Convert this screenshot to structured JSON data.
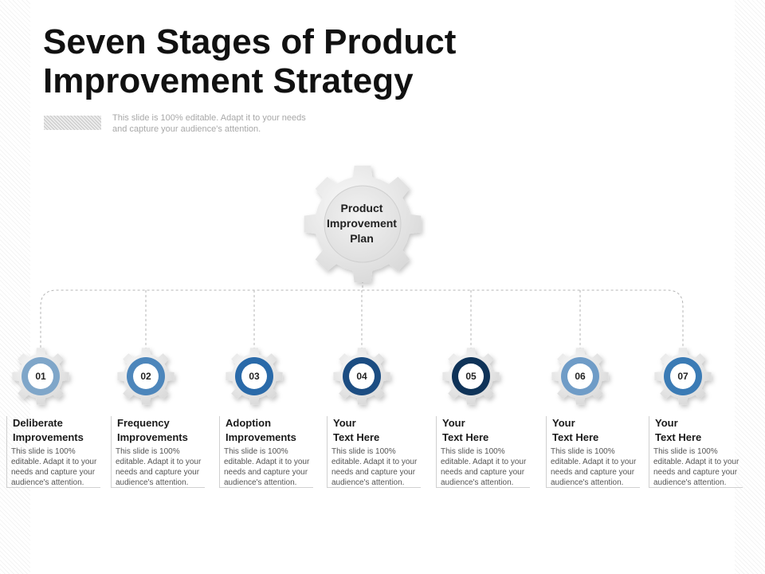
{
  "slide": {
    "title": "Seven Stages of Product Improvement Strategy",
    "subtitle": "This slide is 100% editable. Adapt it to your needs and capture your audience's attention."
  },
  "center": {
    "label": "Product\nImprovement\nPlan",
    "gear_color": "#e2e2e2"
  },
  "stages": [
    {
      "number": "01",
      "title": "Deliberate\nImprovements",
      "description": "This slide is 100% editable.  Adapt it to your needs and capture your audience's attention.",
      "ring_color": "#7fa6c9"
    },
    {
      "number": "02",
      "title": "Frequency\nImprovements",
      "description": "This slide is 100% editable.  Adapt it to your needs and capture your audience's attention.",
      "ring_color": "#4d86bb"
    },
    {
      "number": "03",
      "title": "Adoption\nImprovements",
      "description": "This slide is 100% editable.  Adapt it to your needs and capture your audience's attention.",
      "ring_color": "#2a6aa9"
    },
    {
      "number": "04",
      "title": "Your\nText Here",
      "description": "This slide is 100% editable.  Adapt it to your needs and capture your audience's attention.",
      "ring_color": "#1c4d82"
    },
    {
      "number": "05",
      "title": "Your\nText Here",
      "description": "This slide is 100% editable.  Adapt it to your needs and capture your audience's attention.",
      "ring_color": "#0f3358"
    },
    {
      "number": "06",
      "title": "Your\nText Here",
      "description": "This slide is 100% editable.  Adapt it to your needs and capture your audience's attention.",
      "ring_color": "#6f9cc7"
    },
    {
      "number": "07",
      "title": "Your\nText Here",
      "description": "This slide is 100% editable.  Adapt it to your needs and capture your audience's attention.",
      "ring_color": "#3b7bb5"
    }
  ]
}
